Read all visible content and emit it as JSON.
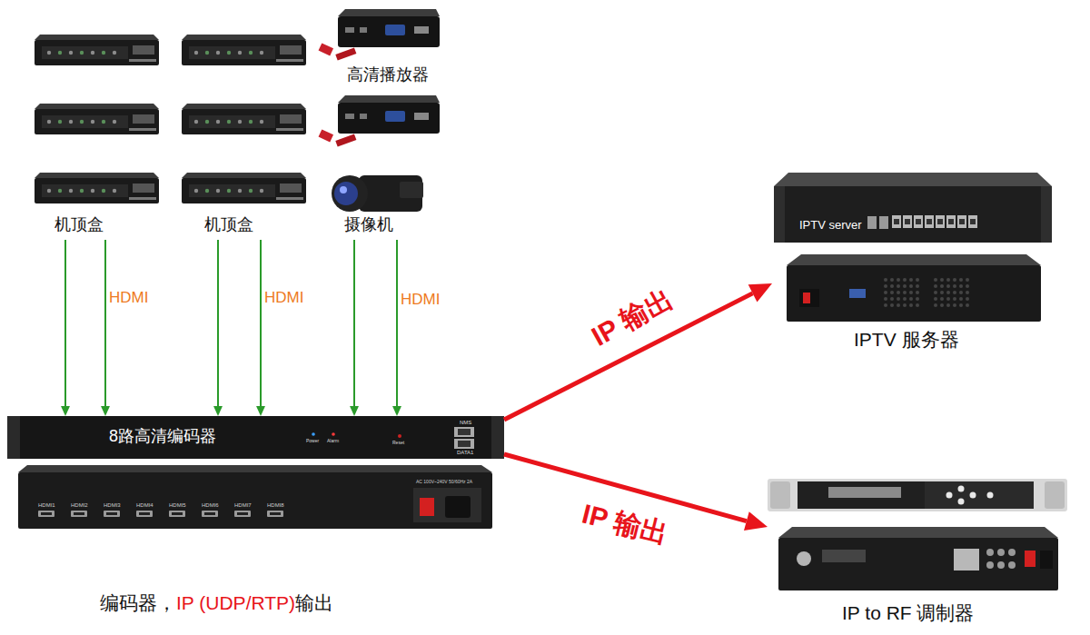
{
  "diagram": {
    "nodes": [
      {
        "text": [
          "机顶盒"
        ]
      },
      {
        "text": [
          "机顶盒"
        ]
      },
      {
        "text": [
          "高清播放器"
        ]
      },
      {
        "text": [
          "摄像机"
        ]
      },
      {
        "text": [
          "8路高清编码器"
        ]
      },
      {
        "text": [
          "IPTV server",
          "IPTV 服务器"
        ]
      },
      {
        "text": [
          "IP to RF 调制器"
        ]
      }
    ],
    "edges": [
      {
        "from": 0,
        "to": 4,
        "arrow": "to"
      },
      {
        "from": 0,
        "to": 4,
        "arrow": "to",
        "label": "HDMI"
      },
      {
        "from": 1,
        "to": 4,
        "arrow": "to"
      },
      {
        "from": 1,
        "to": 4,
        "arrow": "to",
        "label": "HDMI"
      },
      {
        "from": 3,
        "to": 4,
        "arrow": "to"
      },
      {
        "from": 3,
        "to": 4,
        "arrow": "to",
        "label": "HDMI"
      },
      {
        "from": 4,
        "to": 5,
        "arrow": "to",
        "label": "IP 输出"
      },
      {
        "from": 4,
        "to": 6,
        "arrow": "to",
        "label": "IP 输出"
      }
    ],
    "labels": [
      "Power",
      "Alarm",
      "Reset",
      "NMS",
      "DATA1",
      "HDMI1",
      "HDMI2",
      "HDMI3",
      "HDMI4",
      "HDMI5",
      "HDMI6",
      "HDMI7",
      "HDMI8",
      "AC 100V~240V 50/60Hz 2A",
      "编码器，",
      "IP (UDP/RTP)",
      "输出"
    ]
  }
}
